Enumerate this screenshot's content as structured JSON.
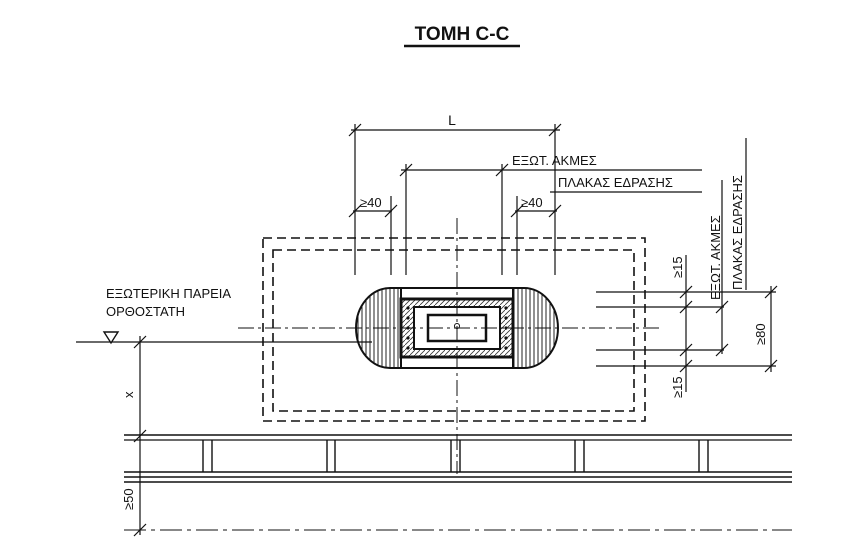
{
  "title": "ΤΟΜΗ C-C",
  "labels": {
    "span": "L",
    "plate_edges_line1": "ΕΞΩΤ. ΑΚΜΕΣ",
    "plate_edges_line2": "ΠΛΑΚΑΣ ΕΔΡΑΣΗΣ",
    "min40_left": "≥40",
    "min40_right": "≥40",
    "outer_face_line1": "ΕΞΩΤΕΡΙΚΗ ΠΑΡΕΙΑ",
    "outer_face_line2": "ΟΡΘΟΣΤΑΤΗ",
    "vert_edges_line1": "ΕΞΩΤ. ΑΚΜΕΣ",
    "vert_edges_line2": "ΠΛΑΚΑΣ ΕΔΡΑΣΗΣ",
    "min15_top": "≥15",
    "min15_bottom": "≥15",
    "min80": "≥80",
    "x_dim": "x",
    "min50": "≥50"
  }
}
